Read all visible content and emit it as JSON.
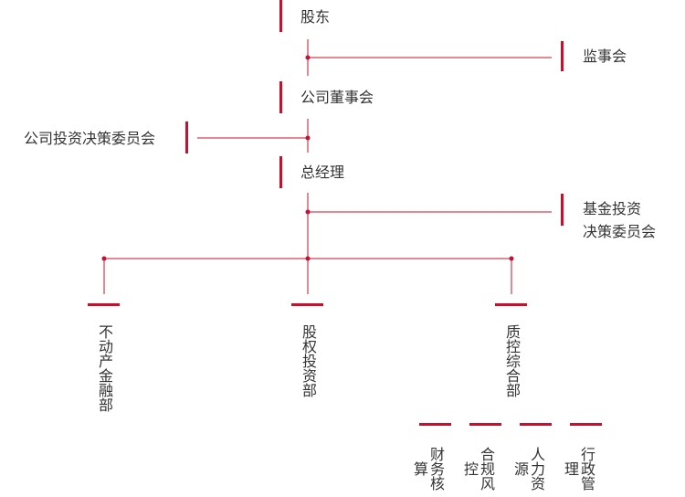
{
  "diagram": {
    "accent_color": "#c8102e",
    "line_color": "#c8102e",
    "nodes": {
      "shareholders": "股东",
      "supervisors": "监事会",
      "board": "公司董事会",
      "company_investment_committee": "公司投资决策委员会",
      "general_manager": "总经理",
      "fund_committee_line1": "基金投资",
      "fund_committee_line2": "决策委员会",
      "real_estate_finance": "不动产金融部",
      "equity_investment": "股权投资部",
      "quality_risk": "质控综合部",
      "finance_accounting": "财务核算",
      "compliance_risk": "合规风控",
      "human_resources": "人力资源",
      "administration": "行政管理"
    }
  }
}
